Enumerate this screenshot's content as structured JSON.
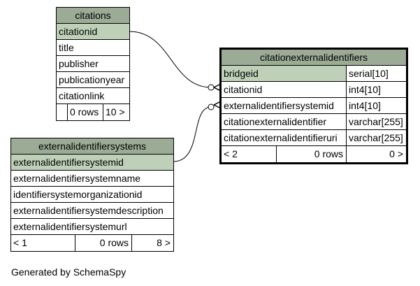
{
  "tables": {
    "citations": {
      "name": "citations",
      "columns": [
        "citationid",
        "title",
        "publisher",
        "publicationyear",
        "citationlink"
      ],
      "rows_label": "0 rows",
      "children_label": "10 >"
    },
    "externalidentifiersystems": {
      "name": "externalidentifiersystems",
      "columns": [
        "externalidentifiersystemid",
        "externalidentifiersystemname",
        "identifiersystemorganizationid",
        "externalidentifiersystemdescription",
        "externalidentifiersystemurl"
      ],
      "parents_label": "< 1",
      "rows_label": "0 rows",
      "children_label": "8 >"
    },
    "citationexternalidentifiers": {
      "name": "citationexternalidentifiers",
      "columns": [
        {
          "name": "bridgeid",
          "type": "serial[10]"
        },
        {
          "name": "citationid",
          "type": "int4[10]"
        },
        {
          "name": "externalidentifiersystemid",
          "type": "int4[10]"
        },
        {
          "name": "citationexternalidentifier",
          "type": "varchar[255]"
        },
        {
          "name": "citationexternalidentifieruri",
          "type": "varchar[255]"
        }
      ],
      "parents_label": "< 2",
      "rows_label": "0 rows",
      "children_label": "0 >"
    }
  },
  "footer": "Generated by SchemaSpy",
  "colors": {
    "header": "#9bab96",
    "primary_key": "#bed1b8"
  }
}
